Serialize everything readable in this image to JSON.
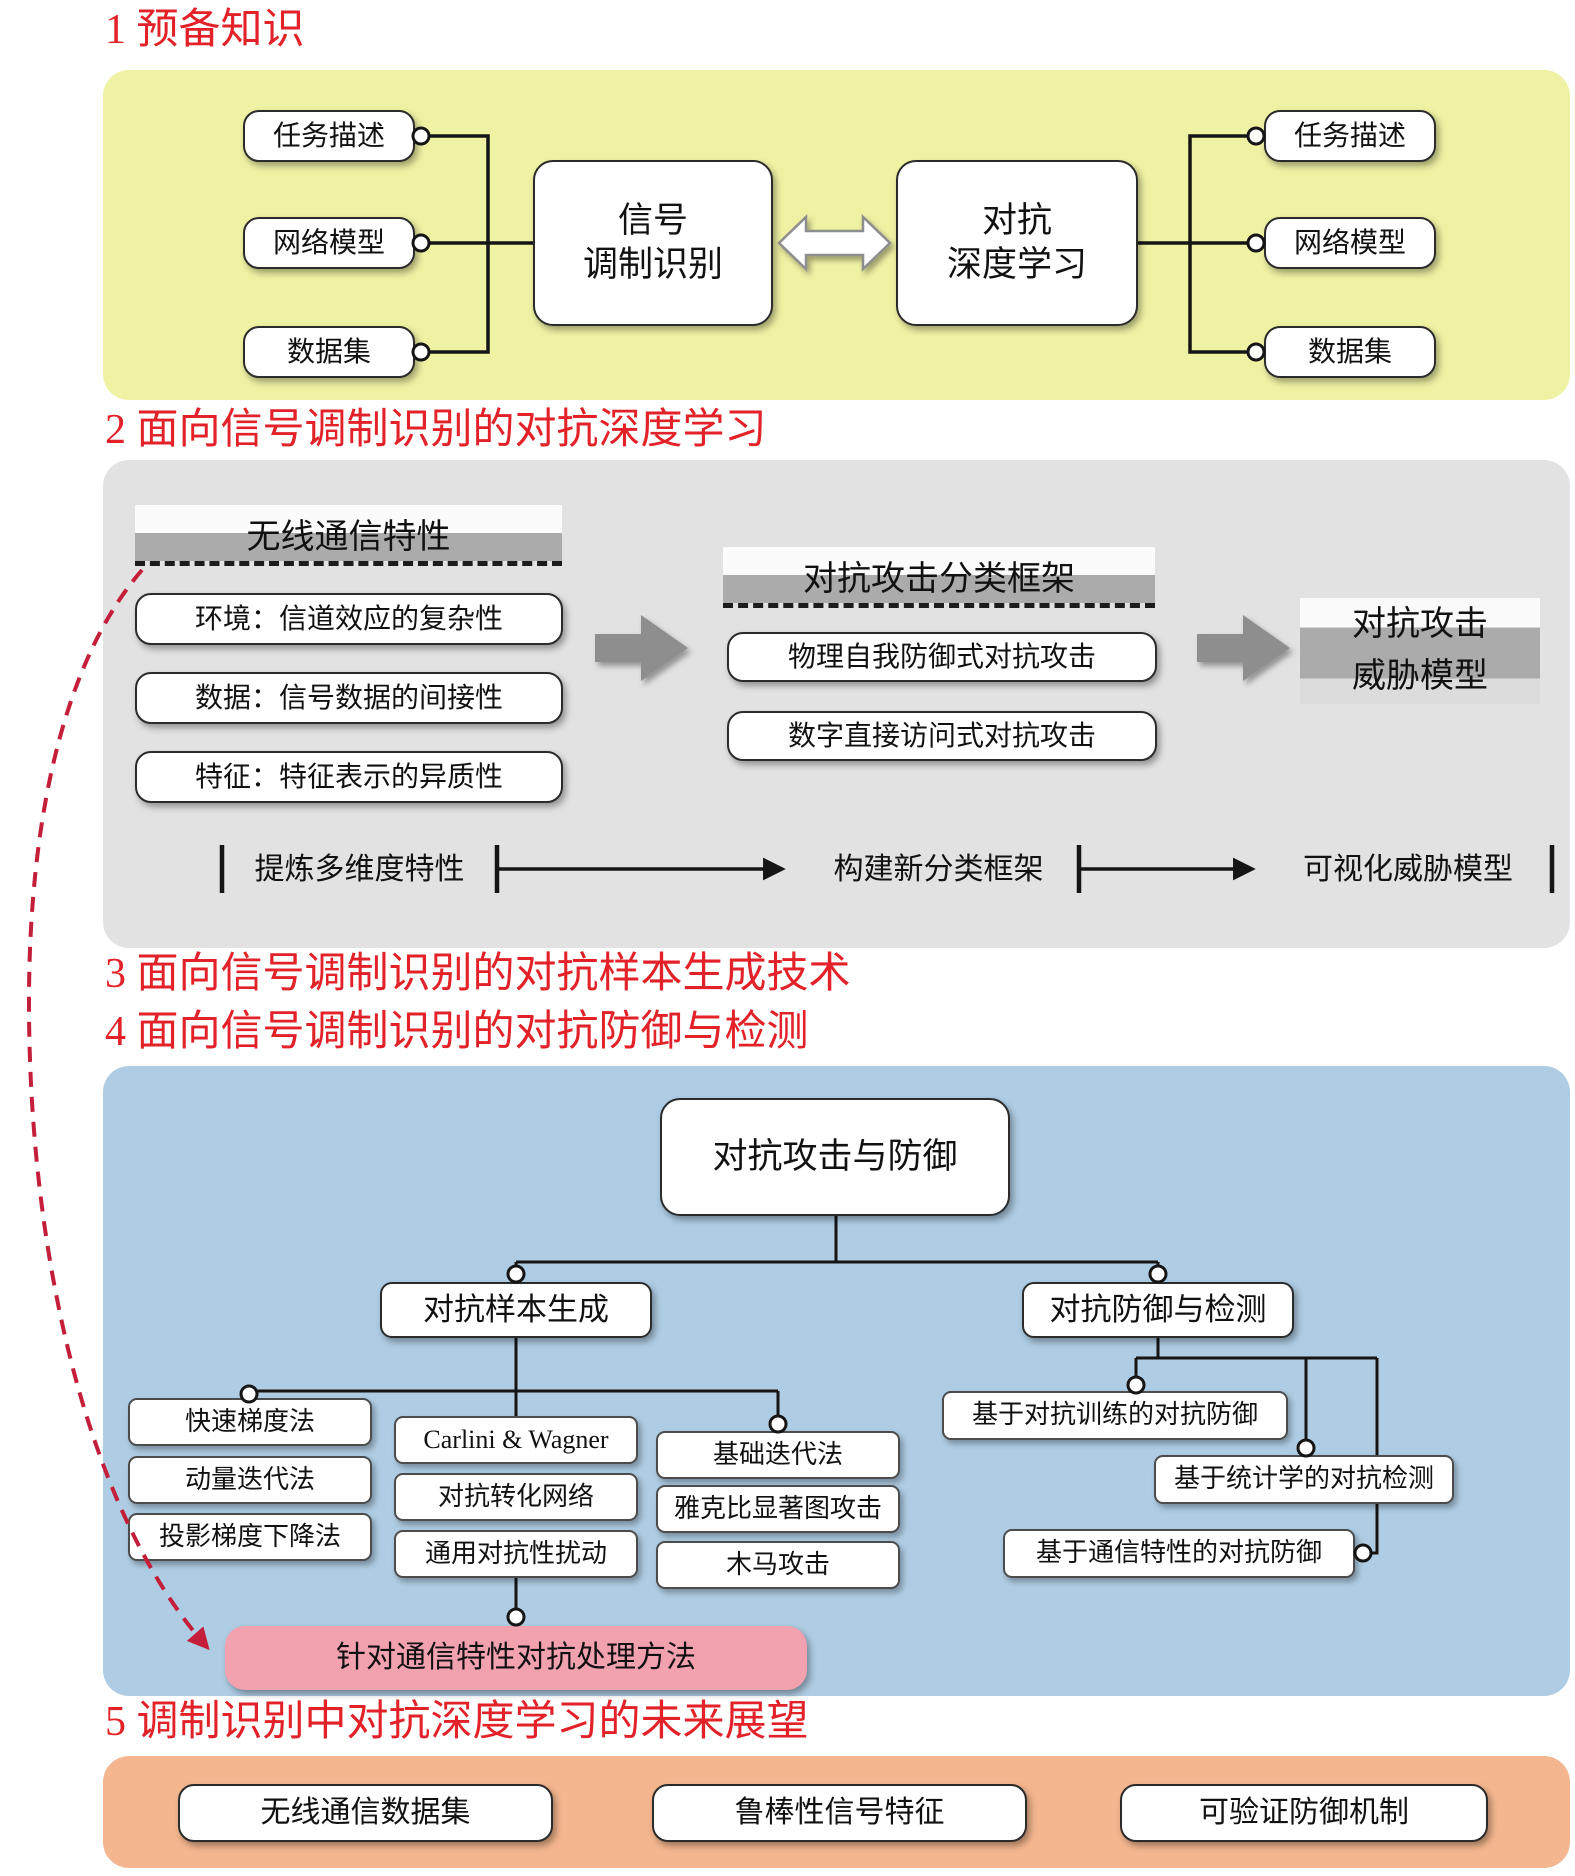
{
  "colors": {
    "heading_red": "#e22128",
    "panel1_yellow": "#eff1a3",
    "panel2_gray": "#e2e2e2",
    "panel4_blue": "#aecce3",
    "panel5_orange": "#f4b68e",
    "pink_box": "#f2a1af",
    "band_gray": "#ababab",
    "block_arrow_gray": "#8e8e8e",
    "dashed_arrow_red": "#c41e3a",
    "line_black": "#151515"
  },
  "s1": {
    "heading": "1 预备知识",
    "left_items": [
      "任务描述",
      "网络模型",
      "数据集"
    ],
    "center_left": "信号\n调制识别",
    "center_right": "对抗\n深度学习",
    "right_items": [
      "任务描述",
      "网络模型",
      "数据集"
    ]
  },
  "s2": {
    "heading": "2 面向信号调制识别的对抗深度学习",
    "characteristics": {
      "title": "无线通信特性",
      "items": [
        "环境：信道效应的复杂性",
        "数据：信号数据的间接性",
        "特征：特征表示的异质性"
      ]
    },
    "taxonomy": {
      "title": "对抗攻击分类框架",
      "items": [
        "物理自我防御式对抗攻击",
        "数字直接访问式对抗攻击"
      ]
    },
    "threat_model": "对抗攻击\n威胁模型",
    "timeline": [
      "提炼多维度特性",
      "构建新分类框架",
      "可视化威胁模型"
    ]
  },
  "s3": {
    "heading": "3 面向信号调制识别的对抗样本生成技术"
  },
  "s4": {
    "heading": "4 面向信号调制识别的对抗防御与检测",
    "root": "对抗攻击与防御",
    "generation": {
      "title": "对抗样本生成",
      "col1": [
        "快速梯度法",
        "动量迭代法",
        "投影梯度下降法"
      ],
      "col2": [
        "Carlini & Wagner",
        "对抗转化网络",
        "通用对抗性扰动"
      ],
      "col3": [
        "基础迭代法",
        "雅克比显著图攻击",
        "木马攻击"
      ],
      "highlight": "针对通信特性对抗处理方法"
    },
    "defense": {
      "title": "对抗防御与检测",
      "items": [
        "基于对抗训练的对抗防御",
        "基于统计学的对抗检测",
        "基于通信特性的对抗防御"
      ]
    }
  },
  "s5": {
    "heading": "5 调制识别中对抗深度学习的未来展望",
    "items": [
      "无线通信数据集",
      "鲁棒性信号特征",
      "可验证防御机制"
    ]
  }
}
